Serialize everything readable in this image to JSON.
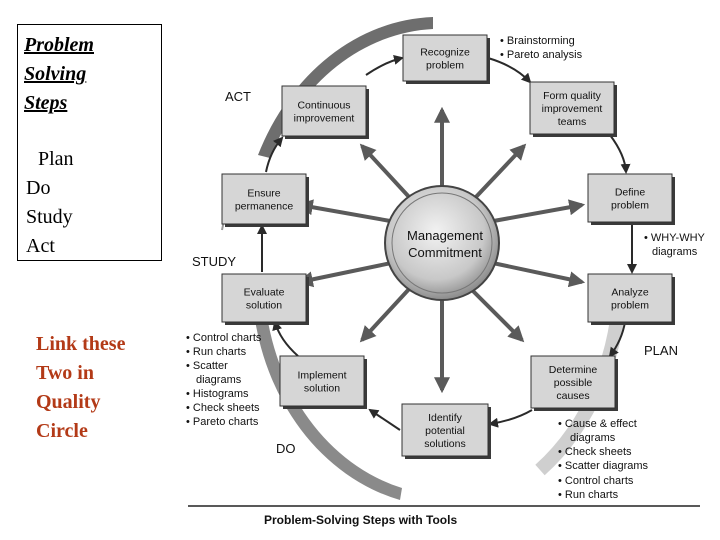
{
  "sidebar": {
    "title_lines": [
      "Problem",
      "Solving",
      "Steps"
    ],
    "pdsa": [
      "Plan",
      "Do",
      "Study",
      "Act"
    ],
    "link_lines": [
      "Link these",
      "Two in",
      "Quality",
      "Circle"
    ]
  },
  "colors": {
    "link_text": "#b33a17",
    "arc": "#6e6e6e",
    "box": "#d6d6d6",
    "arrow": "#5a5a5a"
  },
  "diagram": {
    "center": [
      "Management",
      "Commitment"
    ],
    "regions": {
      "act": "ACT",
      "study": "STUDY",
      "plan": "PLAN",
      "do": "DO"
    },
    "steps": [
      {
        "key": "recognize",
        "lines": [
          "Recognize",
          "problem"
        ]
      },
      {
        "key": "form",
        "lines": [
          "Form quality",
          "improvement",
          "teams"
        ]
      },
      {
        "key": "define",
        "lines": [
          "Define",
          "problem"
        ]
      },
      {
        "key": "analyze",
        "lines": [
          "Analyze",
          "problem"
        ]
      },
      {
        "key": "determine",
        "lines": [
          "Determine",
          "possible",
          "causes"
        ]
      },
      {
        "key": "identify",
        "lines": [
          "Identify",
          "potential",
          "solutions"
        ]
      },
      {
        "key": "implement",
        "lines": [
          "Implement",
          "solution"
        ]
      },
      {
        "key": "evaluate",
        "lines": [
          "Evaluate",
          "solution"
        ]
      },
      {
        "key": "ensure",
        "lines": [
          "Ensure",
          "permanence"
        ]
      },
      {
        "key": "continuous",
        "lines": [
          "Continuous",
          "improvement"
        ]
      }
    ],
    "tools_top": [
      "• Brainstorming",
      "• Pareto analysis"
    ],
    "tools_whywhy": [
      "• WHY-WHY",
      "diagrams"
    ],
    "tools_left": [
      "• Control charts",
      "• Run charts",
      "• Scatter",
      "diagrams",
      "• Histograms",
      "• Check sheets",
      "• Pareto charts"
    ],
    "tools_bottom": [
      "• Cause & effect",
      "diagrams",
      "• Check sheets",
      "• Scatter diagrams",
      "• Control charts",
      "• Run charts"
    ],
    "caption": "Problem-Solving Steps with Tools"
  }
}
